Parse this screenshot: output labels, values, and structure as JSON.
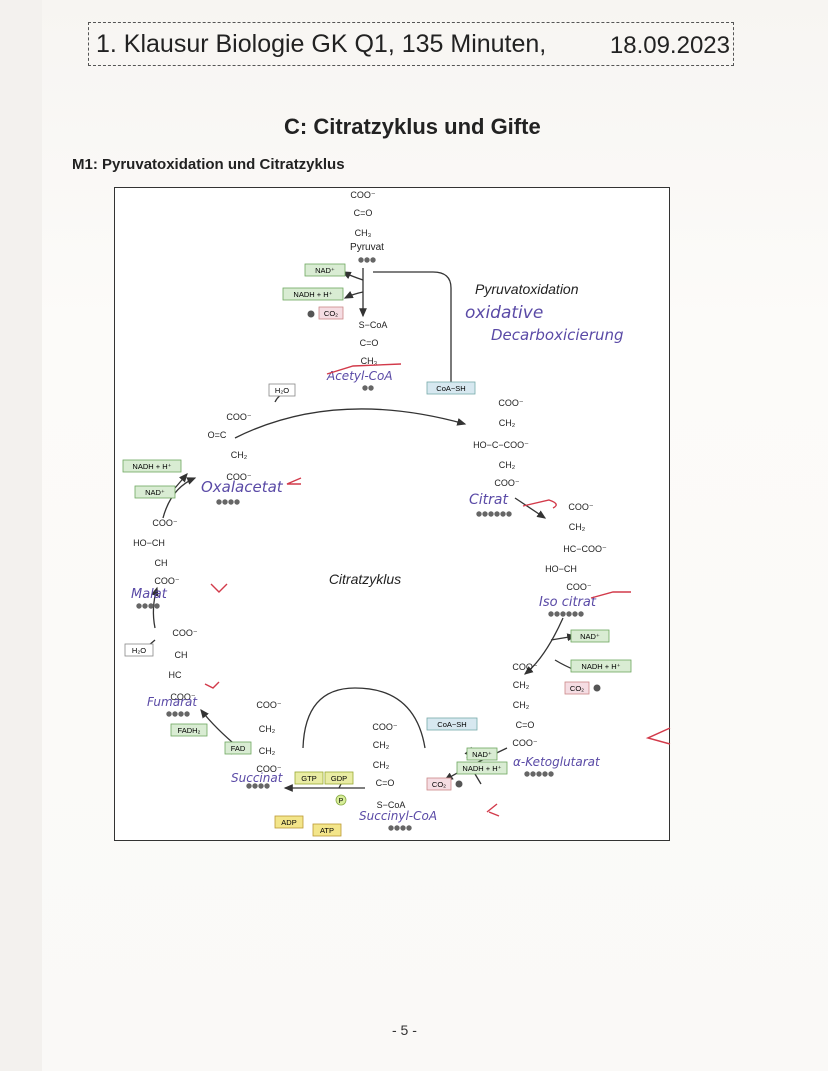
{
  "header": {
    "title": "1. Klausur Biologie GK Q1, 135 Minuten,",
    "date": "18.09.2023"
  },
  "section_title": "C: Citratzyklus und Gifte",
  "material_title": "M1: Pyruvatoxidation und Citratzyklus",
  "page_number": "- 5 -",
  "diagram": {
    "center_label": "Citratzyklus",
    "pyruvat": {
      "lines": [
        "COO⁻",
        "C=O",
        "CH₃"
      ],
      "label": "Pyruvat",
      "carbons": 3
    },
    "acetyl": {
      "lines": [
        "S−CoA",
        "C=O",
        "CH₃"
      ],
      "carbons": 2
    },
    "citrat": {
      "lines": [
        "COO⁻",
        "CH₂",
        "HO−C−COO⁻",
        "CH₂",
        "COO⁻"
      ],
      "carbons": 6
    },
    "isocitrat": {
      "lines": [
        "COO⁻",
        "CH₂",
        "HC−COO⁻",
        "HO−CH",
        "COO⁻"
      ],
      "carbons": 6
    },
    "ketoglutarat": {
      "lines": [
        "COO⁻",
        "CH₂",
        "CH₂",
        "C=O",
        "COO⁻"
      ],
      "carbons": 5
    },
    "succinylcoa": {
      "lines": [
        "COO⁻",
        "CH₂",
        "CH₂",
        "C=O",
        "S−CoA"
      ],
      "carbons": 4
    },
    "succinat": {
      "lines": [
        "COO⁻",
        "CH₂",
        "CH₂",
        "COO⁻"
      ],
      "carbons": 4
    },
    "fumarat": {
      "lines": [
        "COO⁻",
        "CH",
        "HC",
        "COO⁻"
      ],
      "carbons": 4
    },
    "malat": {
      "lines": [
        "COO⁻",
        "HO−CH",
        "CH",
        "COO⁻"
      ],
      "carbons": 4
    },
    "oxalacetat": {
      "lines": [
        "COO⁻",
        "O=C",
        "CH₂",
        "COO⁻"
      ],
      "carbons": 4
    },
    "cofactors": {
      "nad": "NAD⁺",
      "nadh": "NADH + H⁺",
      "co2": "CO₂",
      "h2o": "H₂O",
      "coash": "CoA−SH",
      "fad": "FAD",
      "fadh2": "FADH₂",
      "gtp": "GTP",
      "gdp": "GDP",
      "adp": "ADP",
      "atp": "ATP",
      "p": "P"
    },
    "handwriting": {
      "pyruvatox_printed": "Pyruvatoxidation",
      "oxidative": "oxidative",
      "decarbox": "Decarboxicierung",
      "acetyl": "Acetyl-CoA",
      "oxalacetat": "Oxalacetat",
      "citrat": "Citrat",
      "isocitrat": "Iso citrat",
      "ketoglutarat": "α-Ketoglutarat",
      "succinylcoa": "Succinyl-CoA",
      "succinat": "Succinat",
      "fumarat": "Fumarat",
      "malat": "Malat"
    },
    "colors": {
      "nad_fill": "#d9ecd3",
      "nad_stroke": "#6ea860",
      "coa_fill": "#d7e8f0",
      "co2_fill": "#f5dde3",
      "gtp_fill": "#e9eca4",
      "adp_fill": "#f3e58a",
      "ink_purple": "#5a4aa6",
      "ink_red": "#d23a4a"
    }
  }
}
